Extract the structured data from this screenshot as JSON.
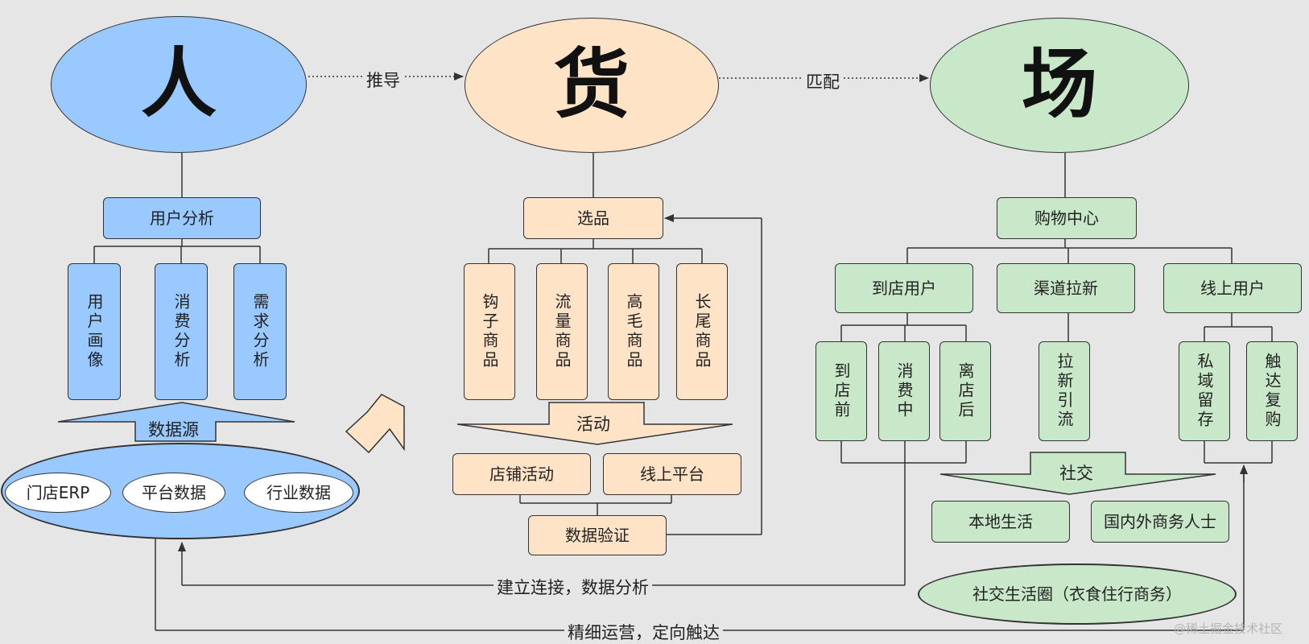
{
  "people": {
    "title": "人",
    "analysis": "用户分析",
    "subs": [
      "用户画像",
      "消费分析",
      "需求分析"
    ],
    "source_label": "数据源",
    "sources": [
      "门店ERP",
      "平台数据",
      "行业数据"
    ]
  },
  "goods": {
    "title": "货",
    "select": "选品",
    "subs": [
      "钩子商品",
      "流量商品",
      "高毛商品",
      "长尾商品"
    ],
    "activity_label": "活动",
    "activities": [
      "店铺活动",
      "线上平台"
    ],
    "verify": "数据验证"
  },
  "place": {
    "title": "场",
    "mall": "购物中心",
    "groups": [
      "到店用户",
      "渠道拉新",
      "线上用户"
    ],
    "store_stages": [
      "到店前",
      "消费中",
      "离店后"
    ],
    "channel_sub": "拉新引流",
    "online_subs": [
      "私域留存",
      "触达复购"
    ],
    "social_label": "社交",
    "social_targets": [
      "本地生活",
      "国内外商务人士"
    ],
    "circle": "社交生活圈（衣食住行商务）"
  },
  "connectors": {
    "derive": "推导",
    "match": "匹配",
    "connect": "建立连接，数据分析",
    "operate": "精细运营，定向触达"
  },
  "watermark": "@稀土掘金技术社区",
  "colors": {
    "people": "#99c9ff",
    "goods": "#ffe3c7",
    "place": "#c9e8c9",
    "background": "#e6e6e6",
    "line": "#333333"
  }
}
